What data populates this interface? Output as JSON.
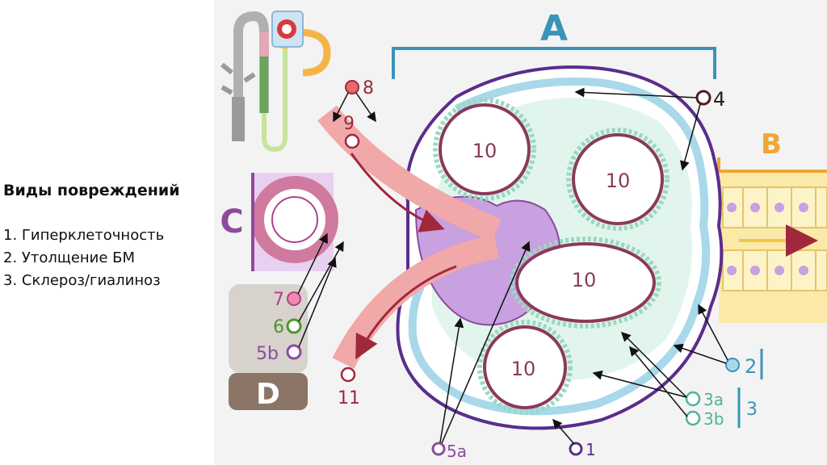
{
  "panel": {
    "title": "Виды повреждений",
    "items": [
      "1.  Гиперклеточность",
      "2.  Утолщение БМ",
      "3.  Склероз/гиалиноз"
    ]
  },
  "diagram": {
    "regions": {
      "A": "A",
      "B": "B",
      "C": "C",
      "D": "D"
    },
    "markers": {
      "m1": "1",
      "m2": "2",
      "m3": "3",
      "m3a": "3a",
      "m3b": "3b",
      "m4": "4",
      "m5a": "5a",
      "m5b": "5b",
      "m6": "6",
      "m7": "7",
      "m8": "8",
      "m9": "9",
      "m11": "11"
    },
    "loop_label": "10",
    "colors": {
      "capsule": "#5a2d8c",
      "capsule_fill": "#ffffff",
      "parietal": "#a8d8ea",
      "podocyte": "#9ad9c0",
      "capillary": "#f7c8cf",
      "capillary_wall": "#8a3a5a",
      "mesangium": "#c9a0e0",
      "arteriole": "#f1a8a8",
      "label_A": "#3a93b8",
      "label_B": "#f2a533",
      "label_C": "#8e4a9e",
      "label_D": "#8a7566",
      "tubule": "#fbe9a8"
    }
  }
}
